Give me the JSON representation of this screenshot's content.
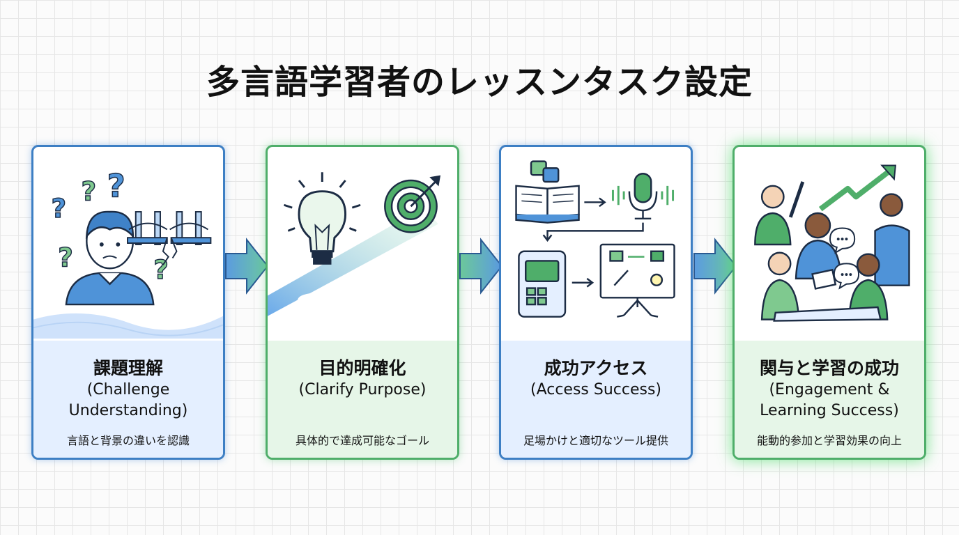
{
  "title": "多言語学習者のレッスンタスク設定",
  "steps": [
    {
      "heading_jp": "課題理解",
      "heading_en": "(Challenge Understanding)",
      "description": "言語と背景の違いを認識"
    },
    {
      "heading_jp": "目的明確化",
      "heading_en": "(Clarify Purpose)",
      "description": "具体的で達成可能なゴール"
    },
    {
      "heading_jp": "成功アクセス",
      "heading_en": "(Access Success)",
      "description": "足場かけと適切なツール提供"
    },
    {
      "heading_jp": "関与と学習の成功",
      "heading_en": "(Engagement & Learning Success)",
      "description": "能動的参加と学習効果の向上"
    }
  ],
  "icons": {
    "step1": [
      "confused-student-icon",
      "question-mark-icon",
      "broken-bridge-icon"
    ],
    "step2": [
      "lightbulb-icon",
      "target-icon",
      "path-icon"
    ],
    "step3": [
      "translation-book-icon",
      "microphone-icon",
      "tablet-icon",
      "presentation-board-icon"
    ],
    "step4": [
      "group-collaboration-icon",
      "growth-arrow-icon",
      "speech-bubble-icon"
    ]
  },
  "colors": {
    "blue": "#3d7fc4",
    "green": "#4fae6a",
    "text": "#111111"
  }
}
